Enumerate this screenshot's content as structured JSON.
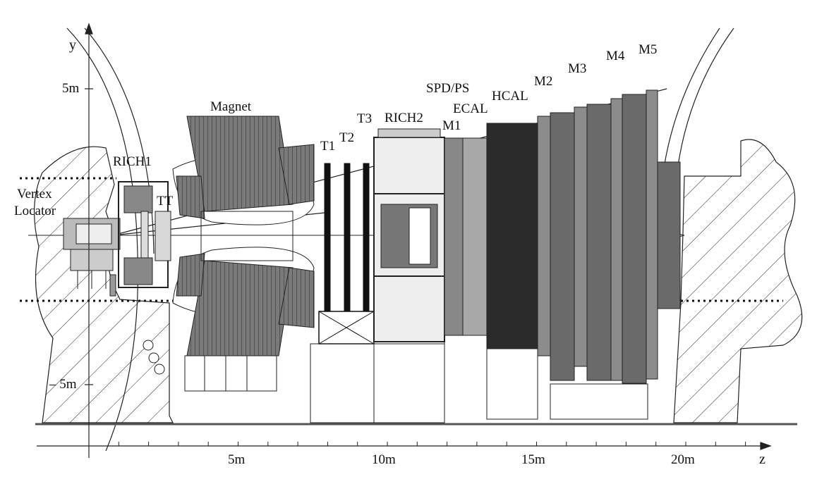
{
  "axes": {
    "y_label": "y",
    "z_label": "z",
    "y_ticks": [
      "5m",
      "– 5m"
    ],
    "z_ticks": [
      "5m",
      "10m",
      "15m",
      "20m"
    ]
  },
  "detector_labels": {
    "vertex_locator_line1": "Vertex",
    "vertex_locator_line2": "Locator",
    "rich1": "RICH1",
    "tt": "TT",
    "magnet": "Magnet",
    "t1": "T1",
    "t2": "T2",
    "t3": "T3",
    "rich2": "RICH2",
    "m1": "M1",
    "spd_ps": "SPD/PS",
    "ecal": "ECAL",
    "hcal": "HCAL",
    "m2": "M2",
    "m3": "M3",
    "m4": "M4",
    "m5": "M5"
  },
  "colors": {
    "line": "#222222",
    "magnet_dark": "#6e6e6e",
    "hcal": "#2b2b2b",
    "muon_dark": "#6a6a6a",
    "muon_mid": "#8c8c8c",
    "ecal": "#9a9a9a",
    "light": "#d0d0d0"
  }
}
